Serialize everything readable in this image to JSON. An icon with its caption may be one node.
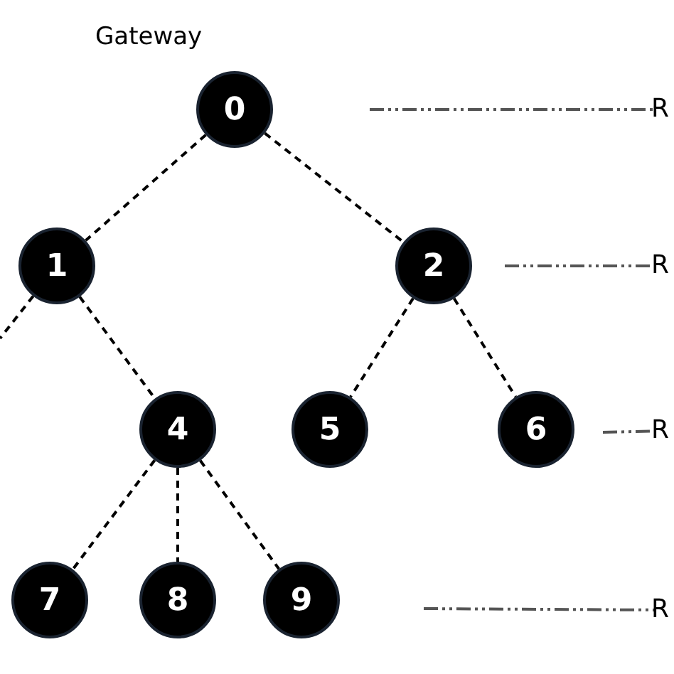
{
  "diagram": {
    "nodes": [
      {
        "text": [
          "0"
        ],
        "beside": [
          "Gateway"
        ]
      },
      {
        "text": [
          "1"
        ]
      },
      {
        "text": [
          "2"
        ]
      },
      {
        "text": [
          "4"
        ]
      },
      {
        "text": [
          "5"
        ]
      },
      {
        "text": [
          "6"
        ]
      },
      {
        "text": [
          "7"
        ]
      },
      {
        "text": [
          "8"
        ]
      },
      {
        "text": [
          "9"
        ]
      },
      {
        "text": [
          "R"
        ]
      },
      {
        "text": [
          "R"
        ]
      },
      {
        "text": [
          "R"
        ]
      },
      {
        "text": [
          "R"
        ]
      }
    ],
    "edges": [
      {
        "from": 0,
        "to": 1,
        "arrow": "none",
        "style": "dashed"
      },
      {
        "from": 0,
        "to": 2,
        "arrow": "none",
        "style": "dashed"
      },
      {
        "from": 1,
        "to": null,
        "arrow": "none",
        "style": "dashed"
      },
      {
        "from": 1,
        "to": 3,
        "arrow": "none",
        "style": "dashed"
      },
      {
        "from": 2,
        "to": 4,
        "arrow": "none",
        "style": "dashed"
      },
      {
        "from": 2,
        "to": 5,
        "arrow": "none",
        "style": "dashed"
      },
      {
        "from": 3,
        "to": 6,
        "arrow": "none",
        "style": "dashed"
      },
      {
        "from": 3,
        "to": 7,
        "arrow": "none",
        "style": "dashed"
      },
      {
        "from": 3,
        "to": 8,
        "arrow": "none",
        "style": "dashed"
      },
      {
        "from": null,
        "to": 9,
        "arrow": "none",
        "style": "dashed"
      },
      {
        "from": null,
        "to": 10,
        "arrow": "none",
        "style": "dashed"
      },
      {
        "from": null,
        "to": 11,
        "arrow": "none",
        "style": "dashed"
      },
      {
        "from": null,
        "to": 12,
        "arrow": "none",
        "style": "dashed"
      }
    ]
  }
}
